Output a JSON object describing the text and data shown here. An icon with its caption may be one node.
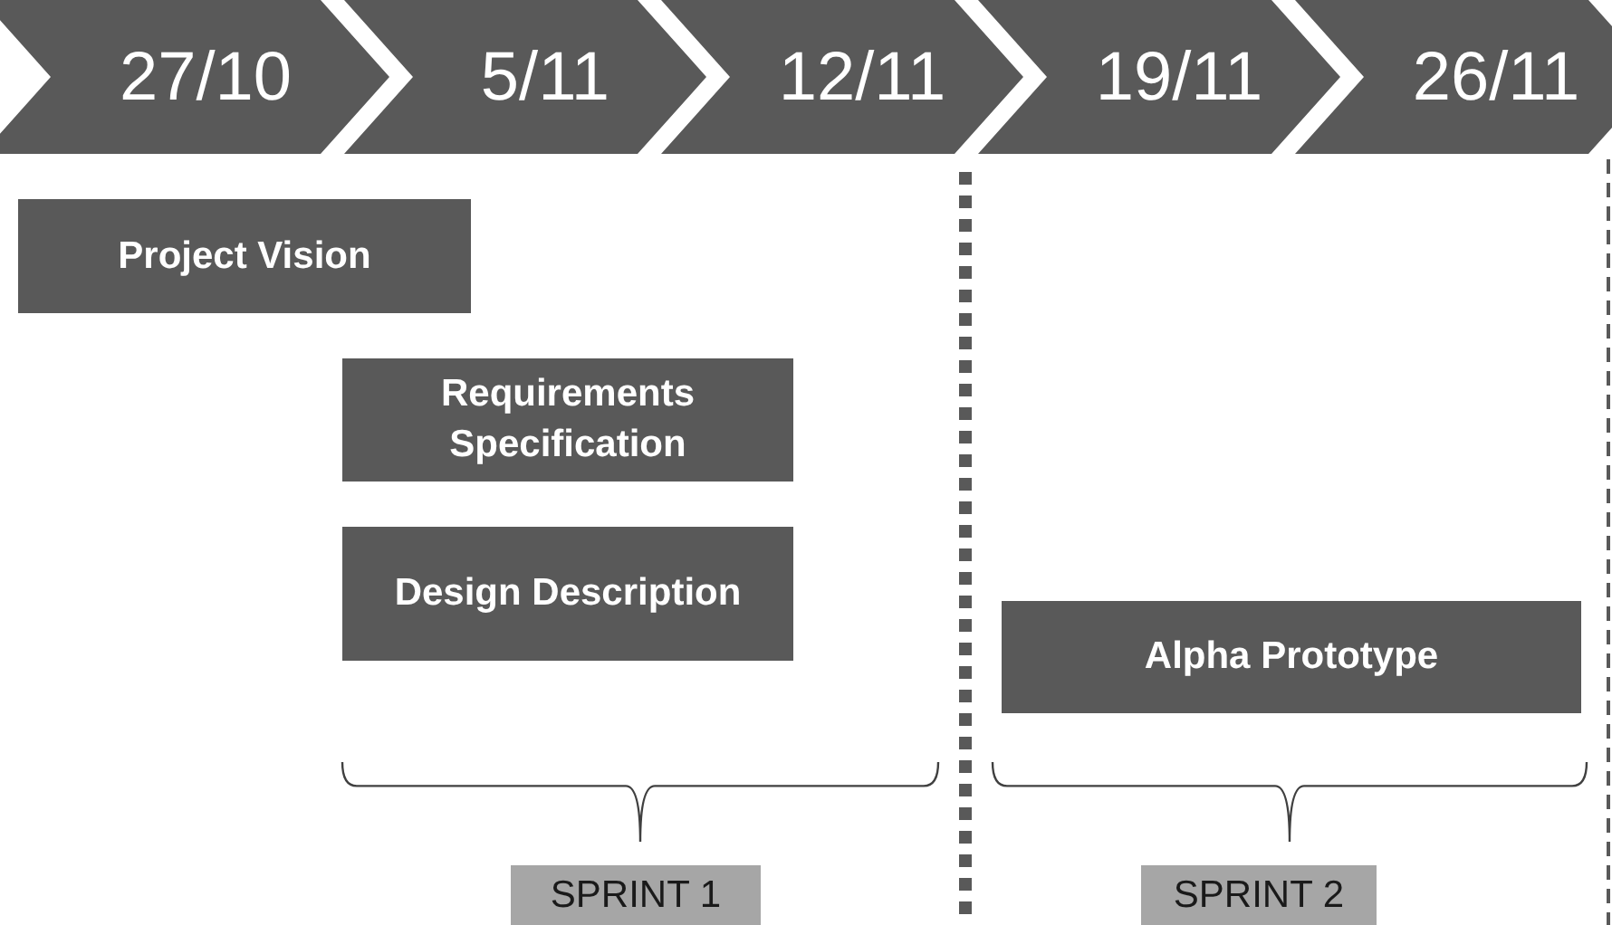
{
  "diagram": {
    "nodes": [
      {
        "text": [
          "27/10"
        ]
      },
      {
        "text": [
          "5/11"
        ]
      },
      {
        "text": [
          "12/11"
        ]
      },
      {
        "text": [
          "19/11"
        ]
      },
      {
        "text": [
          "26/11"
        ]
      },
      {
        "text": [
          "Project Vision"
        ]
      },
      {
        "text": [
          "Requirements Specification"
        ]
      },
      {
        "text": [
          "Design Description"
        ]
      },
      {
        "text": [
          "Alpha Prototype"
        ]
      },
      {
        "text": [
          "SPRINT 1"
        ]
      },
      {
        "text": [
          "SPRINT 2"
        ]
      }
    ]
  }
}
